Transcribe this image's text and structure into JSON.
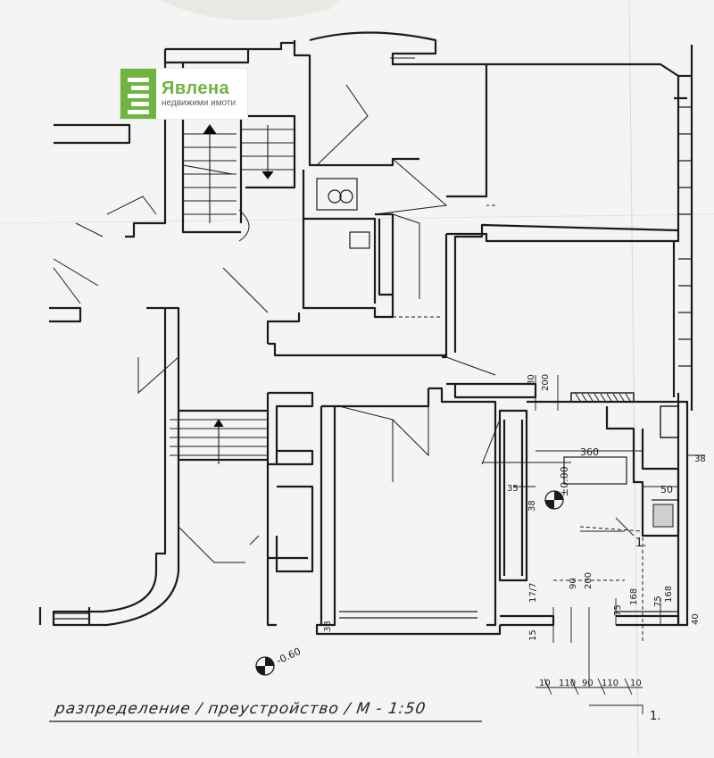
{
  "logo": {
    "name": "Явлена",
    "subtitle": "недвижими имоти",
    "color": "#6fb341"
  },
  "caption": "разпределение / преустройство / М - 1:50",
  "levels": {
    "floor": "±0.00",
    "lower": "-0.60"
  },
  "dimensions": {
    "d80": "80",
    "d200": "200",
    "d360": "360",
    "d38a": "38",
    "d50": "50",
    "d35": "35",
    "d38b": "38",
    "d38c": "38",
    "d15": "15",
    "d177": "17/7",
    "d90": "90",
    "d200b": "200",
    "d75": "75",
    "d168a": "168",
    "d168b": "168",
    "d75b": "75",
    "d40": "40",
    "d10a": "10",
    "d110": "110",
    "d90b": "90",
    "d110b": "110",
    "d10b": "10",
    "d1a": "1.",
    "d1b": "1."
  }
}
